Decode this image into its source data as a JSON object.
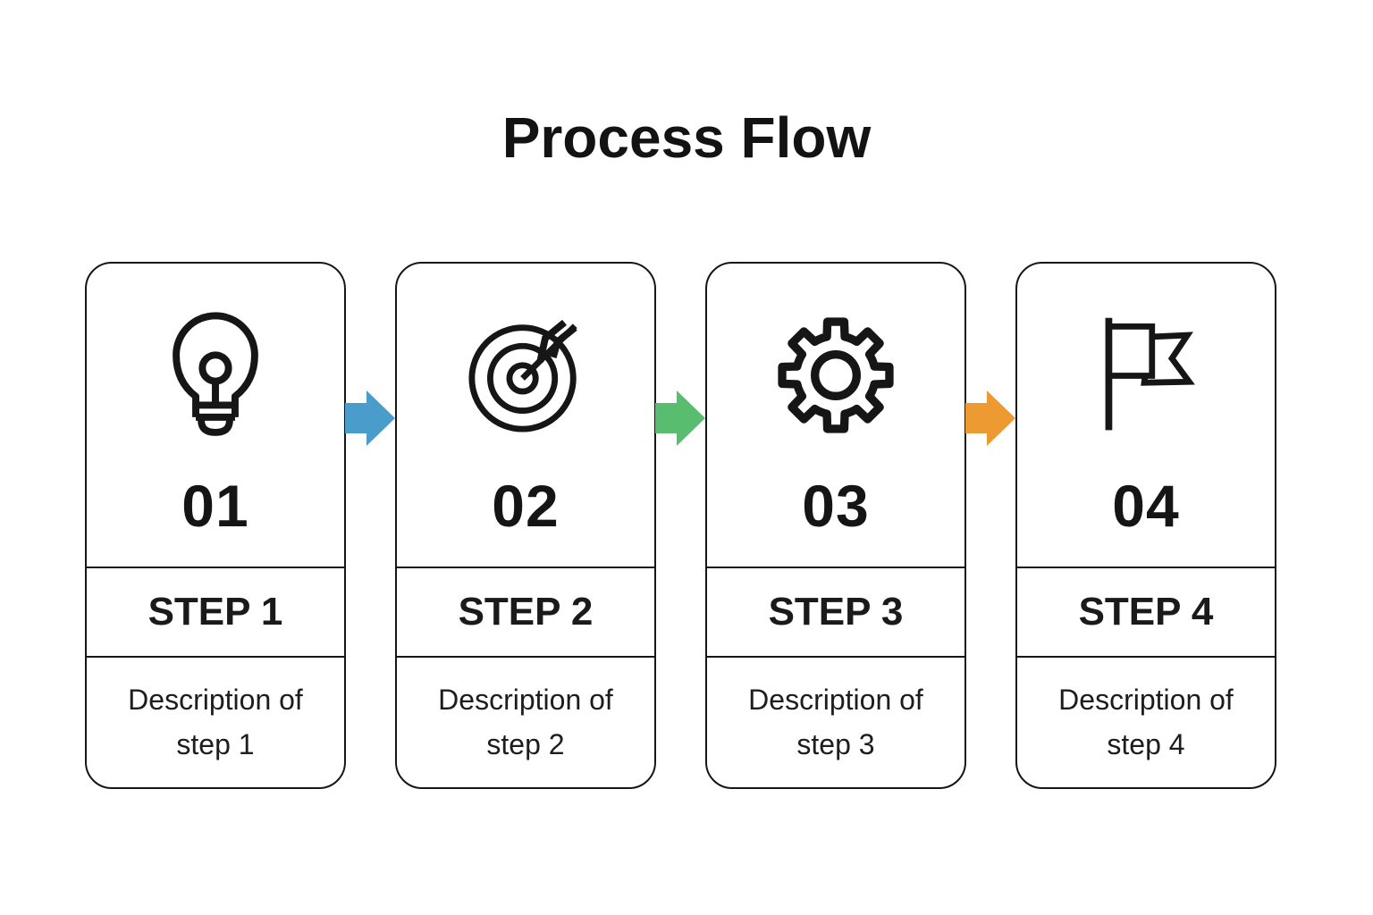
{
  "title": "Process Flow",
  "steps": [
    {
      "number": "01",
      "label": "STEP 1",
      "description": "Description of step 1",
      "icon": "lightbulb-icon"
    },
    {
      "number": "02",
      "label": "STEP 2",
      "description": "Description of step 2",
      "icon": "target-icon"
    },
    {
      "number": "03",
      "label": "STEP 3",
      "description": "Description of step 3",
      "icon": "gear-icon"
    },
    {
      "number": "04",
      "label": "STEP 4",
      "description": "Description of step 4",
      "icon": "flag-icon"
    }
  ],
  "arrows": [
    {
      "name": "arrow-1",
      "color": "#4A9CCB"
    },
    {
      "name": "arrow-2",
      "color": "#58BD6F"
    },
    {
      "name": "arrow-3",
      "color": "#EC9A31"
    }
  ],
  "colors": {
    "background": "#ffffff",
    "stroke": "#161616",
    "text": "#1a1a1a",
    "arrow_blue": "#4A9CCB",
    "arrow_green": "#58BD6F",
    "arrow_orange": "#EC9A31"
  }
}
